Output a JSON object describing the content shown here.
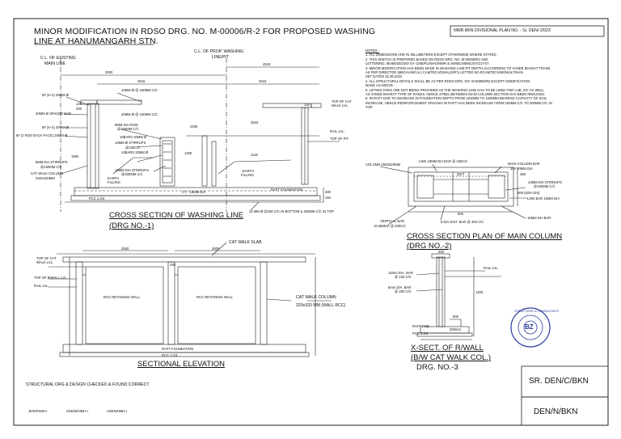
{
  "title": {
    "line1": "MINOR MODIFICATION IN RDSO DRG. NO. M-00006/R-2 FOR PROPOSED WASHING",
    "line2": "LINE AT HANUMANGARH STN."
  },
  "plan_no": "NWR BKN DIVISIONAL PLAN NO. - Sr. DEN/      /2023",
  "notes": {
    "heading": "NOTES:-",
    "items": [
      "1. ALL DIMENSIONS ARE IN MILLIMETERS EXCEPT OTHERWISE WHERE STATED.",
      "2. THIS SKETCH IS PREPARED BASED ON RDSO DRG. NO. M-00006/R2 AND",
      "   LETTERING: 88480/202/2/0/ OY CME/RU/SHG/NWR & SW/BCN/BNC/ST/21T-07.",
      "3. MINOR MODIFICATION HAS BEEN MADE IN WASHING LINE PIT DEPTH (ACCORDING TO VANDE BHARAT TRAIN)",
      "   AS PER DIRECTOR (MECHANICAL) CAMTECH/GWALIOR'S LETTER NO.RCAMTECH/MGWALTRAIN",
      "   SET DATED 31.05.2022",
      "4. ALL STRUCTURAL DETAILS SHALL BE AS PER RDSO DRG. NO. M-00006/R2 EXCEPT MODIFICATION",
      "   MADE AS ABOVE.",
      "5. LIFTING PADS ARE NOT BEING PROVIDED AS THE WASHING LINE HAS TO BE USED FOR LHB, ICF AS WELL",
      "   AS VANDE BHARAT TYPE OF RAKES. HENCE STEEL BETWEEN MAIN COLUMN SECTION HAS BEEN REDUCED.",
      "6. IN RAFT DUE TO INCREASE IN FOUNDATION DEPTH FROM 1810MM TO 2400MM BEARING CAPACITY OF SOIL",
      "   INCREASE, HENCE REINFORCEMENT SPACING IN RAFT HAS BEEN INCREASE FROM 150MM C/C TO 200MM C/C IN",
      "   TOP."
    ]
  },
  "cross_section": {
    "caption1": "CROSS SECTION OF WASHING LINE",
    "caption2": "(DRG NO.-1)",
    "labels": {
      "cl_existing": "C.L. OF EXISTING",
      "main_line": "MAIN LINE",
      "cl_prop": "C.L. OF PROP. WASHING",
      "line_pit": "LINE/PIT",
      "dim_3000": "3000",
      "dim_2515": "2515",
      "dim_4515": "4515",
      "dim_2515b": "2515",
      "bar1": "8# (4+2) 20MM Ø",
      "bar2": "20MM Ø SPACER BAR",
      "bar3": "8# (4+4) 20MM Ø",
      "bar4": "8# (2 ROS EACH FACE) 20MM Ø",
      "stirrups": "8MM DIA STIRRUPS",
      "stirrups2": "@150MM C/C",
      "catwalk_col": "CAT WALK COLUMN",
      "catwalk_col2": "320X320MM",
      "ring1": "10MM Ø @ 150MM C/C",
      "ring2": "20MM Ø @ 100MM C/C",
      "ring3": "8MM DIA RING",
      "ring4": "@150MM C/C",
      "tenbars": "10BARS 20MM Ø",
      "twelve": "12MM Ø STIRRUPS",
      "at100": "@100C/C",
      "tenbars2": "10BARS 20MM Ø",
      "stir10": "10MM DIA STIRRUPS",
      "stir10b": "@300MM C/C",
      "earth": "EARTH",
      "filling": "FILLING",
      "earth2": "EARTH",
      "filling2": "FILLING",
      "top_cat": "TOP OF CAT",
      "walk_lvl": "WALK LVL.",
      "rail_lvl": "RAIL LVL.",
      "top_pit": "TOP OF PIT",
      "raft_found": "RAFT FOUNDATION",
      "pcc": "PCC 1:3:6",
      "bars_16": "2 # - 16MM DIA",
      "bottom_note": "12 MM Ø @150 C/C IN BOTTOM & 200MM C/C IN TOP",
      "d120": "120",
      "d200": "200",
      "d300": "300",
      "d1900": "1900",
      "d1300": "1300",
      "d2405": "2405",
      "d2843": "2843",
      "d1120": "1120",
      "d150": "150"
    }
  },
  "column_plan": {
    "caption1": "CROSS  SECTION  PLAN  OF  MAIN COLUMN",
    "caption2": "(DRG NO.-2)",
    "labels": {
      "column": "COLUMN 450X520MM",
      "link": "LINK 10MM DIA BAR @ 150C/C",
      "main_bar": "MAIN COLUMN BAR",
      "main_bar2": "10# 20MM DIA",
      "stirrups": "10MM DIA STIRRUPS",
      "stirrups2": "@150MM C/C",
      "d600": "600 (520+310)",
      "link_bar": "LINK BAR 10MM DIA",
      "vertical": "VERTICAL BAR",
      "vertical2": "16 MMDIA @ 200C/C",
      "dist": "8 DIA DIST. BAR @ 300 C/C",
      "ten": "10MM DIA BAR",
      "d2577": "2577",
      "d900": "900",
      "d450": "450"
    }
  },
  "elevation": {
    "caption": "SECTIONAL  ELEVATION",
    "labels": {
      "cat_slab": "CAT WALK SLAB",
      "top_cat": "TOP OF CAT",
      "walk_lvl": "WALK LVL.",
      "top_rwall": "TOP OF R/WALL LVL.",
      "rail_lvl": "RAIL LVL.",
      "rcc1": "RCC RETAINING WALL",
      "rcc2": "RCC RETAINING WALL",
      "col1": "CAT WALK COLUMN",
      "col2": "320x320 MM (WALL RCC)",
      "raft": "RAFT FOUNDATION",
      "pcc": "PCC 1:3:6",
      "d2500": "2500",
      "d3000": "3000",
      "d200": "200"
    }
  },
  "xsect": {
    "caption1": "X-SECT. OF R/WALL",
    "caption2": "(B/W  CAT WALK COL.)",
    "caption3": "DRG. NO.-3",
    "labels": {
      "bar10": "10mm DIA. BAR",
      "bar10b": "@ 150 C/C",
      "bar8": "8mm DIA. BAR",
      "bar8b": "@ 200 C/C",
      "rail": "RAIL LVL.",
      "raft": "RAFT FND.",
      "pcc": "PCC 1:3:6",
      "d300": "300mm",
      "d200": "200",
      "d800": "800",
      "d1200": "1200"
    }
  },
  "stamp": {
    "ring_text": "STRUCTURES & CONSULTANTS",
    "initials": "BZ"
  },
  "footer": {
    "checked": "STRUCTURAL DRG & DESIGN CHECKED & FOUND CORRECT",
    "sig1": "JE/W/HMH-I",
    "sig2": "SSE/W/HMH-I",
    "sig3": "ADEN/HMH-I",
    "box1": "SR. DEN/C/BKN",
    "box2": "DEN/N/BKN"
  }
}
